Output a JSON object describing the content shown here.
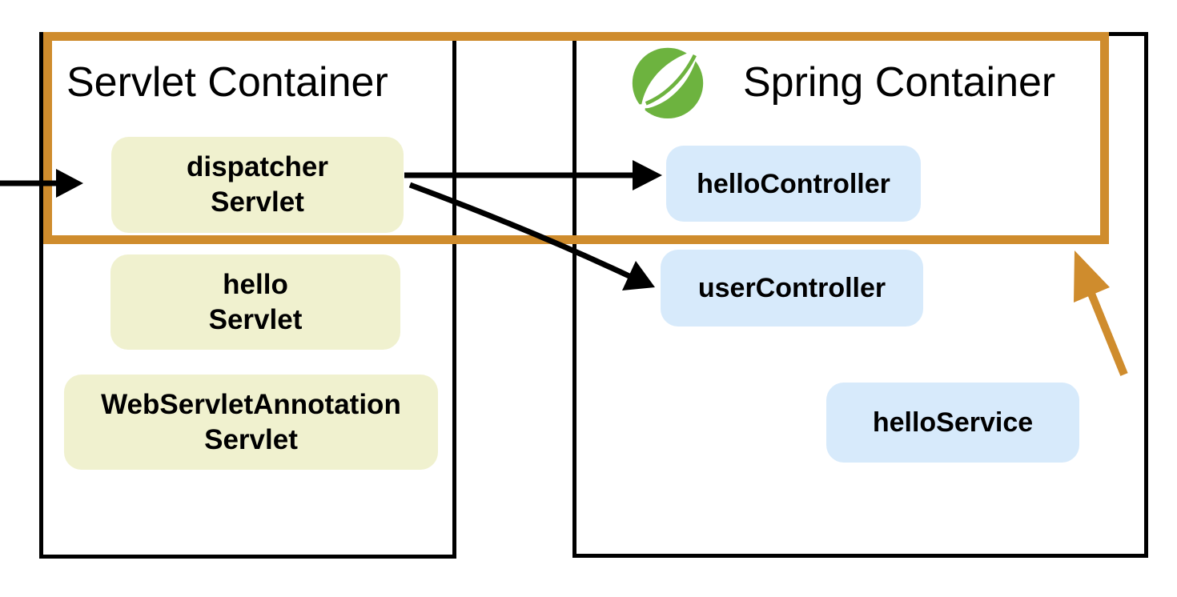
{
  "diagram": {
    "servlet_container": {
      "title": "Servlet Container",
      "servlets": [
        {
          "label": "dispatcher\nServlet"
        },
        {
          "label": "hello\nServlet"
        },
        {
          "label": "WebServletAnnotation\nServlet"
        }
      ]
    },
    "spring_container": {
      "title": "Spring Container",
      "logo_icon": "spring-leaf-logo",
      "beans": [
        {
          "label": "helloController"
        },
        {
          "label": "userController"
        },
        {
          "label": "helloService"
        }
      ]
    },
    "connections": [
      {
        "from": "external-client",
        "to": "dispatcherServlet",
        "style": "black-arrow"
      },
      {
        "from": "dispatcherServlet",
        "to": "helloController",
        "style": "black-arrow"
      },
      {
        "from": "dispatcherServlet",
        "to": "userController",
        "style": "black-arrow"
      },
      {
        "from": "outside-lower-right",
        "to": "highlight-region",
        "style": "orange-arrow"
      }
    ],
    "colors": {
      "servlet_box_fill": "#f0f1cf",
      "bean_box_fill": "#d7eafb",
      "highlight_orange": "#cf8c2d",
      "spring_green": "#6db33f",
      "line_black": "#000000",
      "background": "#ffffff"
    }
  }
}
